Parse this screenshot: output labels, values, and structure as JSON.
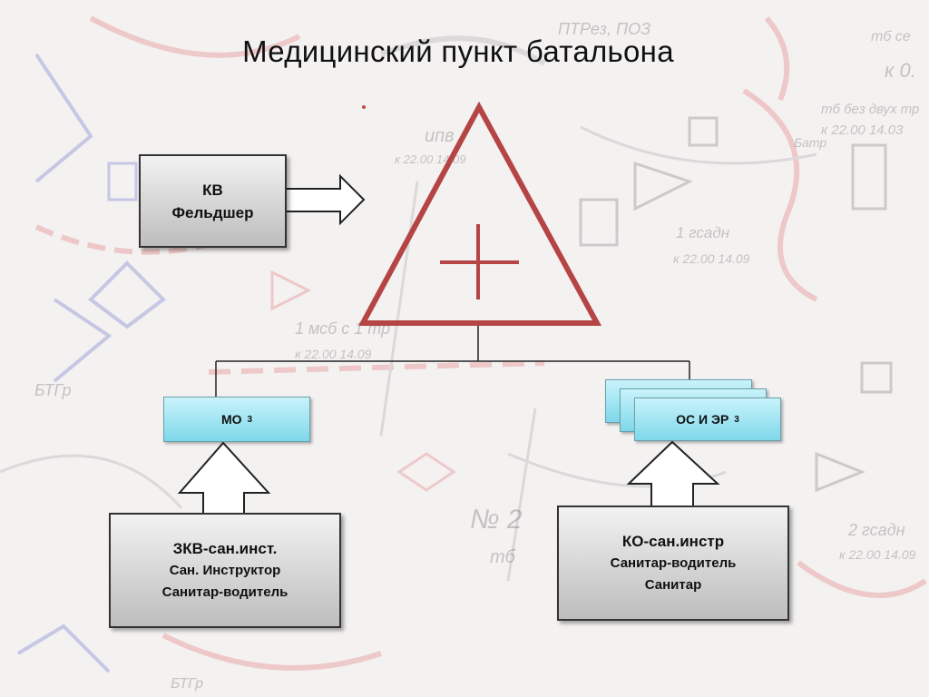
{
  "title": "Медицинский пункт батальона",
  "kv_box": {
    "line1": "КВ",
    "line2": "Фельдшер"
  },
  "mo_box": {
    "label": "МО",
    "sub": "3"
  },
  "os_box": {
    "label": "ОС И ЭР",
    "sub": "3"
  },
  "left_box": {
    "line1": "ЗКВ-сан.инст.",
    "line2": "Сан. Инструктор",
    "line3": "Санитар-водитель"
  },
  "right_box": {
    "line1": "КО-сан.инстр",
    "line2": "Санитар-водитель",
    "line3": "Санитар"
  },
  "colors": {
    "triangle": "#b54545",
    "box_border": "#333333",
    "blue_fill": "#9fe4f2"
  },
  "background_map": {
    "labels": [
      "ПТРез, ПОЗ",
      "тб се",
      "к 0.",
      "тб без двух тр",
      "к 22.00 14.03",
      "ипв",
      "к 22.00 14.09",
      "1 гсадн",
      "к 22.00 14.09",
      "1 мсб с 1 тр",
      "к 22.00 14.09",
      "БТГр",
      "№ 2",
      "тб",
      "2 гсадн",
      "к 22.00 14.09",
      "БТГр",
      "Батр"
    ]
  }
}
